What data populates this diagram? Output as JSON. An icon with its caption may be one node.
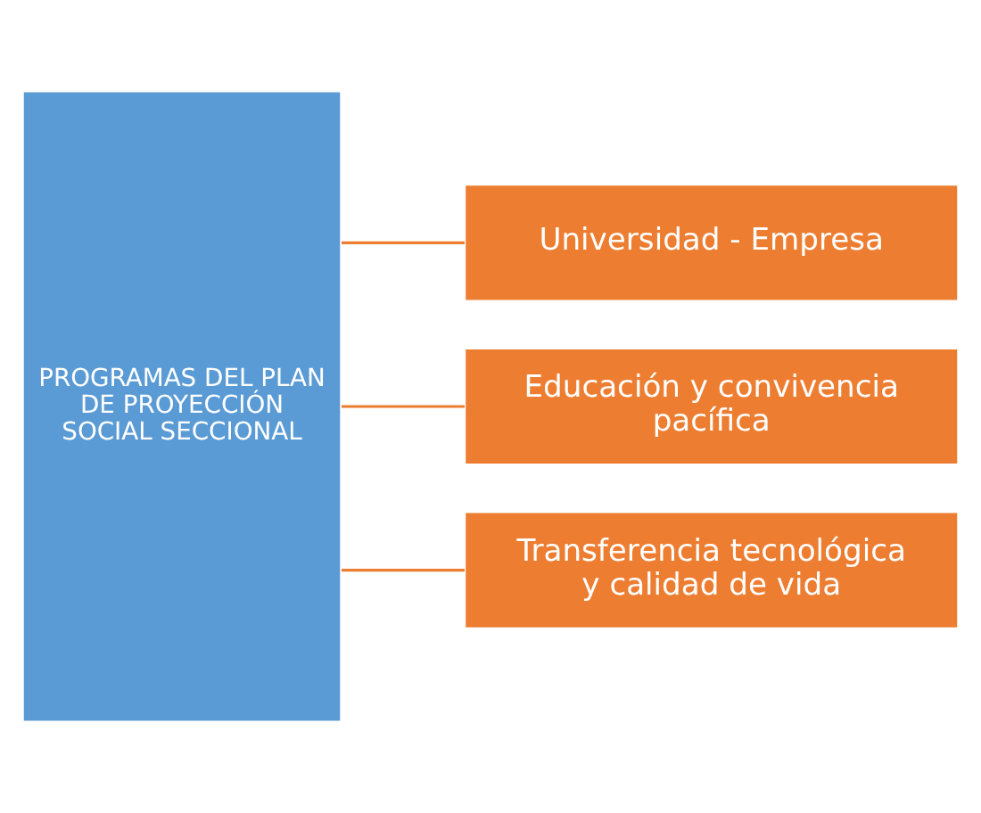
{
  "diagram": {
    "nodes": [
      {
        "text": [
          "PROGRAMAS DEL PLAN DE PROYECCIÓN SOCIAL SECCIONAL"
        ]
      },
      {
        "text": [
          "Universidad - Empresa"
        ]
      },
      {
        "text": [
          "Educación y convivencia pacífica"
        ]
      },
      {
        "text": [
          "Transferencia tecnológica y calidad de vida"
        ]
      }
    ],
    "edges": [
      {
        "from": 0,
        "to": 1,
        "arrow": "none"
      },
      {
        "from": 0,
        "to": 2,
        "arrow": "none"
      },
      {
        "from": 0,
        "to": 3,
        "arrow": "none"
      }
    ]
  }
}
